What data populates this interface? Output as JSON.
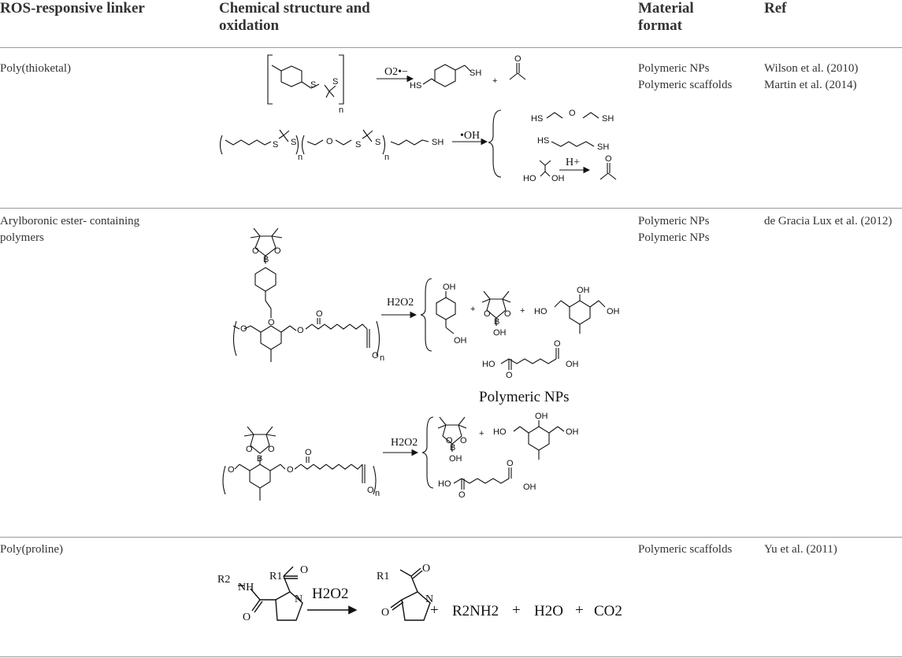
{
  "headers": {
    "linker": "ROS-responsive linker",
    "structure_line1": "Chemical structure and",
    "structure_line2": "oxidation",
    "format_line1": "Material",
    "format_line2": "format",
    "ref": "Ref"
  },
  "rows": [
    {
      "linker": "Poly(thioketal)",
      "formats": [
        "Polymeric NPs",
        "Polymeric scaffolds"
      ],
      "refs": [
        "Wilson et al. (2010)",
        "Martin et al. (2014)"
      ]
    },
    {
      "linker_line1": "Arylboronic ester- containing",
      "linker_line2": "polymers",
      "formats": [
        "Polymeric NPs",
        "Polymeric NPs"
      ],
      "refs": [
        "de Gracia Lux et al. (2012)"
      ],
      "inline_label": "Polymeric NPs"
    },
    {
      "linker": "Poly(proline)",
      "formats": [
        "Polymeric scaffolds"
      ],
      "refs": [
        "Yu et al. (2011)"
      ]
    }
  ],
  "scheme_text": {
    "superoxide": "O2•−",
    "hydroxyl": "•OH",
    "h_plus": "H+",
    "h2o2": "H2O2",
    "sh": "SH",
    "hs": "HS",
    "ho": "HO",
    "oh": "OH",
    "o": "O",
    "s": "S",
    "b": "B",
    "n": "n",
    "plus": "+",
    "r1": "R1",
    "r2": "R2",
    "nh": "NH",
    "nitrogen": "N",
    "r2nh2": "R2NH2",
    "h2o": "H2O",
    "co2": "CO2"
  }
}
